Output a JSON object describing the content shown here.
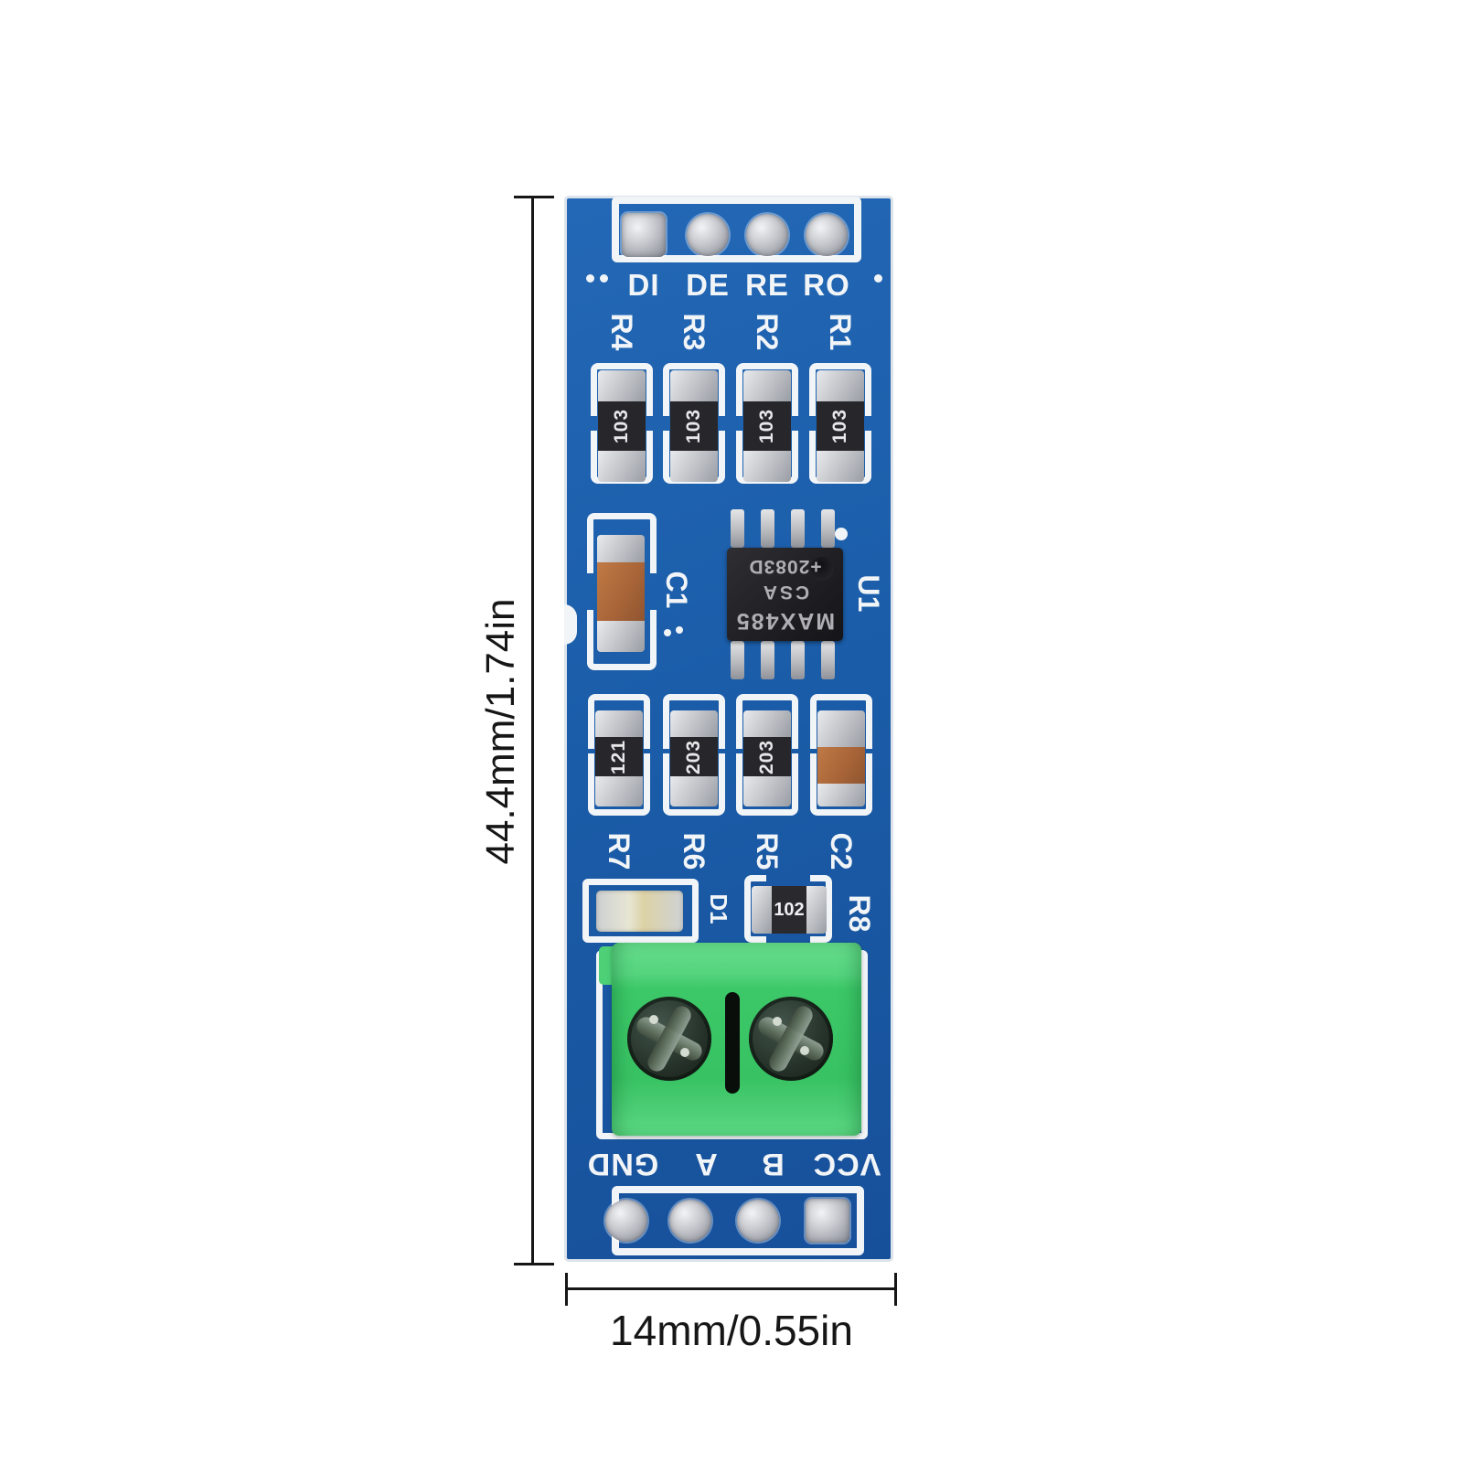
{
  "annotations": {
    "height_label": "44.4mm/1.74in",
    "width_label": "14mm/0.55in"
  },
  "board": {
    "top_pins": [
      "DI",
      "DE",
      "RE",
      "RO"
    ],
    "row1": {
      "refs": [
        "R4",
        "R3",
        "R2",
        "R1"
      ],
      "markings": [
        "103",
        "103",
        "103",
        "103"
      ]
    },
    "c1_ref": "C1",
    "chip": {
      "line1": "MAX485",
      "line2": "CSA",
      "line3": "+2083D",
      "ref": "U1"
    },
    "row2": {
      "refs": [
        "R7",
        "R6",
        "R5",
        "C2"
      ],
      "markings": [
        "121",
        "203",
        "203"
      ]
    },
    "led_ref": "D1",
    "r8": {
      "ref": "R8",
      "marking": "102"
    },
    "bottom_pins": [
      "GND",
      "A",
      "B",
      "VCC"
    ]
  },
  "colors": {
    "pcb_blue": "#1b5ca6",
    "silkscreen_white": "#f2f5f8",
    "terminal_green": "#3cc868",
    "pad_silver": "#c9cbd0",
    "chip_black": "#202024",
    "capacitor_orange": "#a96538",
    "annotation_ink": "#161616"
  }
}
